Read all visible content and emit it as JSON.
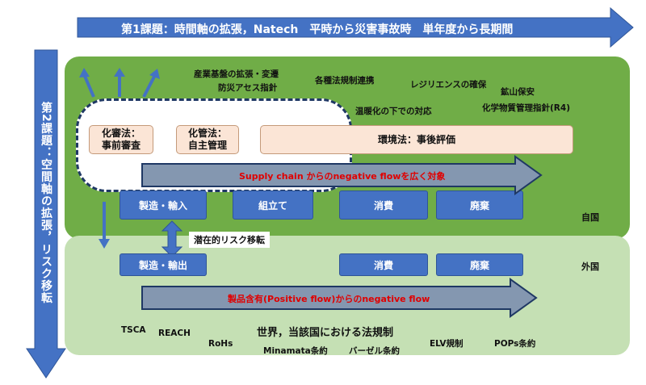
{
  "top_banner": "第1課題：時間軸の拡張，Natech　平時から災害事故時　単年度から長期間",
  "left_banner": "第2課題：空間軸の拡張，リスク移転",
  "domestic": {
    "label": "自国",
    "annotations": [
      "産業基盤の拡張・変遷",
      "防災アセス指針",
      "各種法規制連携",
      "レジリエンスの確保",
      "鉱山保安",
      "温暖化の下での対応",
      "化学物質管理指針(R4)"
    ],
    "law_boxes": [
      {
        "line1": "化審法：",
        "line2": "事前審査"
      },
      {
        "line1": "化管法：",
        "line2": "自主管理"
      }
    ],
    "env_law": "環境法：事後評価",
    "flow_text": "Supply chain からのnegative flowを広く対象",
    "stages": [
      "製造・輸入",
      "組立て",
      "消費",
      "廃棄"
    ]
  },
  "risk_transfer": "潜在的リスク移転",
  "foreign": {
    "label": "外国",
    "stages": [
      "製造・輸出",
      "消費",
      "廃棄"
    ],
    "flow_text": "製品含有(Positive flow)からのnegative flow",
    "regulations_title": "世界，当該国における法規制",
    "regulations": [
      "TSCA",
      "REACH",
      "RoHs",
      "Minamata条約",
      "バーゼル条約",
      "ELV規制",
      "POPs条約"
    ]
  },
  "colors": {
    "banner_blue": "#4472c4",
    "domestic_green": "#70ad47",
    "foreign_green": "#c5e0b4",
    "stage_blue": "#4472c4",
    "flow_grey_blue": "#8497b0",
    "peach": "#fbe5d6",
    "red_text": "#e00000"
  }
}
